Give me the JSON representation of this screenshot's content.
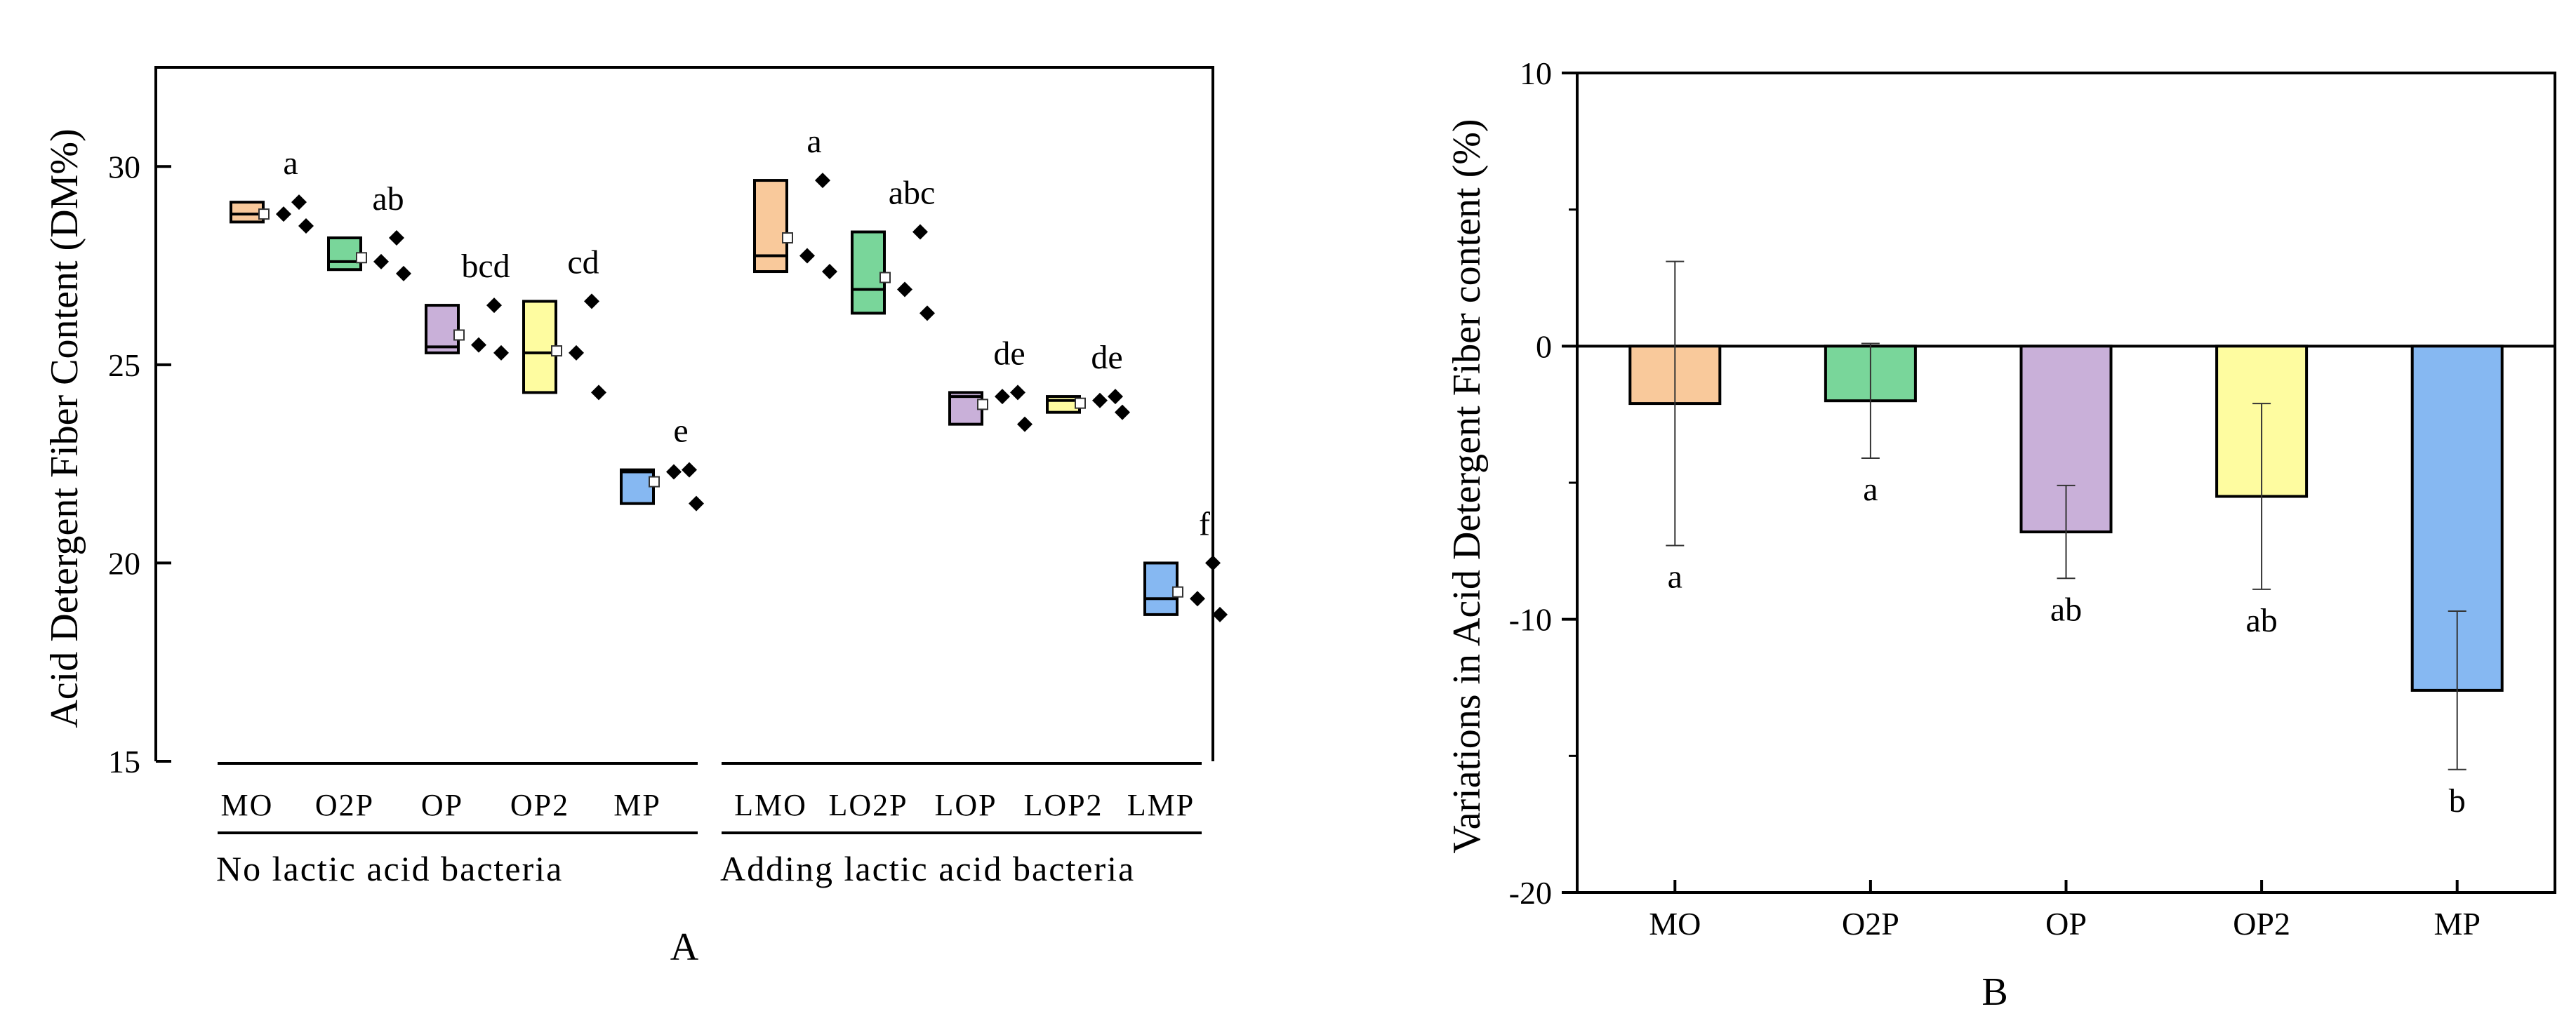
{
  "chart_data": [
    {
      "type": "box",
      "panel_label": "A",
      "ylabel": "Acid Detergent Fiber Content  (DM%)",
      "ylim": [
        15,
        32.5
      ],
      "yticks": [
        15,
        20,
        25,
        30
      ],
      "grid": false,
      "colors": {
        "MO": "#f9c99b",
        "O2P": "#79d69a",
        "OP": "#c9b0d9",
        "OP2": "#fefca0",
        "MP": "#86b8f2"
      },
      "groups": [
        {
          "label": "No lactic acid bacteria",
          "items": [
            {
              "name": "MO",
              "color_key": "MO",
              "q1": 28.6,
              "median": 28.8,
              "q3": 29.1,
              "mean": 28.8,
              "points": [
                29.1,
                28.8,
                28.5
              ],
              "letter": "a"
            },
            {
              "name": "O2P",
              "color_key": "O2P",
              "q1": 27.4,
              "median": 27.6,
              "q3": 28.2,
              "mean": 27.7,
              "points": [
                28.2,
                27.6,
                27.3
              ],
              "letter": "ab"
            },
            {
              "name": "OP",
              "color_key": "OP",
              "q1": 25.3,
              "median": 25.45,
              "q3": 26.5,
              "mean": 25.75,
              "points": [
                26.5,
                25.5,
                25.3
              ],
              "letter": "bcd"
            },
            {
              "name": "OP2",
              "color_key": "OP2",
              "q1": 24.3,
              "median": 25.3,
              "q3": 26.6,
              "mean": 25.35,
              "points": [
                26.6,
                25.3,
                24.3
              ],
              "letter": "cd"
            },
            {
              "name": "MP",
              "color_key": "MP",
              "q1": 21.5,
              "median": 22.3,
              "q3": 22.35,
              "mean": 22.05,
              "points": [
                22.35,
                22.3,
                21.5
              ],
              "letter": "e"
            }
          ]
        },
        {
          "label": "Adding lactic acid bacteria",
          "items": [
            {
              "name": "LMO",
              "color_key": "MO",
              "q1": 27.35,
              "median": 27.75,
              "q3": 29.65,
              "mean": 28.2,
              "points": [
                29.65,
                27.75,
                27.35
              ],
              "letter": "a"
            },
            {
              "name": "LO2P",
              "color_key": "O2P",
              "q1": 26.3,
              "median": 26.9,
              "q3": 28.35,
              "mean": 27.2,
              "points": [
                28.35,
                26.9,
                26.3
              ],
              "letter": "abc"
            },
            {
              "name": "LOP",
              "color_key": "OP",
              "q1": 23.5,
              "median": 24.2,
              "q3": 24.3,
              "mean": 24.0,
              "points": [
                24.3,
                24.2,
                23.5
              ],
              "letter": "de"
            },
            {
              "name": "LOP2",
              "color_key": "OP2",
              "q1": 23.8,
              "median": 24.1,
              "q3": 24.2,
              "mean": 24.03,
              "points": [
                24.2,
                24.1,
                23.8
              ],
              "letter": "de"
            },
            {
              "name": "LMP",
              "color_key": "MP",
              "q1": 18.7,
              "median": 19.1,
              "q3": 20.0,
              "mean": 19.27,
              "points": [
                20.0,
                19.1,
                18.7
              ],
              "letter": "f"
            }
          ]
        }
      ]
    },
    {
      "type": "bar",
      "panel_label": "B",
      "ylabel": "Variations in Acid Detergent Fiber content (%)",
      "xlabel": "",
      "ylim": [
        -20,
        10
      ],
      "yticks": [
        -20,
        -10,
        0,
        10
      ],
      "grid": false,
      "categories": [
        "MO",
        "O2P",
        "OP",
        "OP2",
        "MP"
      ],
      "values": [
        -2.1,
        -2.0,
        -6.8,
        -5.5,
        -12.6
      ],
      "error": [
        5.2,
        2.1,
        1.7,
        3.4,
        2.9
      ],
      "letters": [
        "a",
        "a",
        "ab",
        "ab",
        "b"
      ],
      "colors": [
        "#f9c99b",
        "#79d69a",
        "#c9b0d9",
        "#fefca0",
        "#86b8f2"
      ]
    }
  ]
}
